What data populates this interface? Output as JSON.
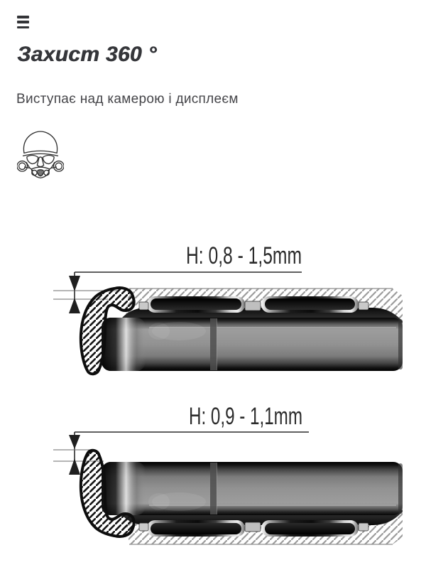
{
  "header": {
    "title": "Захист 360 °",
    "subtitle": "Виступає над камерою і дисплеєм"
  },
  "menu": {
    "icon": "hamburger-menu-icon"
  },
  "brand": {
    "icon": "stormtrooper-helmet-icon"
  },
  "diagrams": [
    {
      "name": "camera-side-protrusion",
      "label": "H: 0,8 - 1,5mm"
    },
    {
      "name": "display-side-protrusion",
      "label": "H: 0,9 - 1,1mm"
    }
  ],
  "colors": {
    "heading": "#35363a",
    "body_text": "#454549",
    "dimension_line": "#2b2b2b",
    "surface_hatch": "#9c9c9c",
    "lip_outline": "#0d0d0d",
    "phone_mid_gray": "#8f8f8f"
  }
}
